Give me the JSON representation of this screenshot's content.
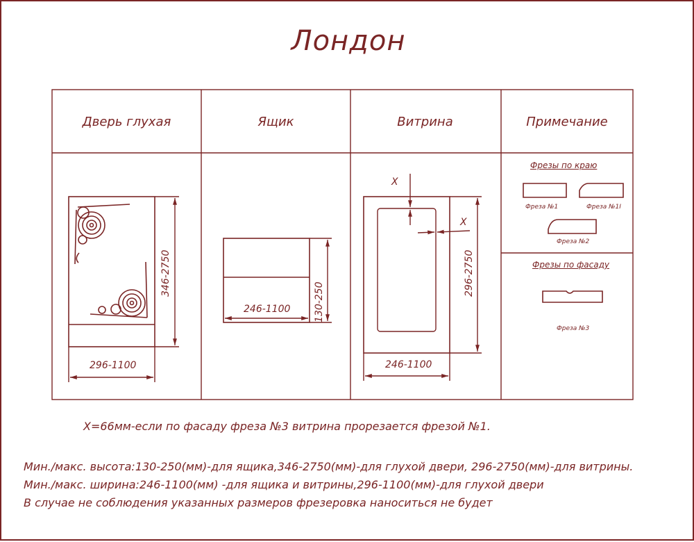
{
  "title": "Лондон",
  "columns": [
    {
      "id": "blind-door",
      "label": "Дверь глухая"
    },
    {
      "id": "drawer",
      "label": "Ящик"
    },
    {
      "id": "showcase",
      "label": "Витрина"
    },
    {
      "id": "note",
      "label": "Примечание"
    }
  ],
  "blind_door": {
    "height": "346-2750",
    "width": "296-1100"
  },
  "drawer": {
    "width": "246-1100",
    "height": "130-250"
  },
  "showcase": {
    "marker_top": "X",
    "marker_side": "X",
    "height": "296-2750",
    "width": "246-1100"
  },
  "notes_panel": {
    "edge_title": "Фрезы по краю",
    "mill1": "Фреза №1",
    "mill1a": "Фреза №1I",
    "mill2": "Фреза №2",
    "facade_title": "Фрезы по фасаду",
    "mill3": "Фреза №3"
  },
  "footnote": "X=66мм-если по фасаду фреза №3 витрина прорезается фрезой №1.",
  "notes": [
    "Мин./макс. высота:130-250(мм)-для ящика,346-2750(мм)-для глухой двери, 296-2750(мм)-для витрины.",
    "Мин./макс. ширина:246-1100(мм) -для ящика и витрины,296-1100(мм)-для глухой двери",
    "В случае не соблюдения указанных размеров фрезеровка наноситься не будет"
  ],
  "colors": {
    "ink": "#7a2525",
    "paper": "#ffffff"
  }
}
